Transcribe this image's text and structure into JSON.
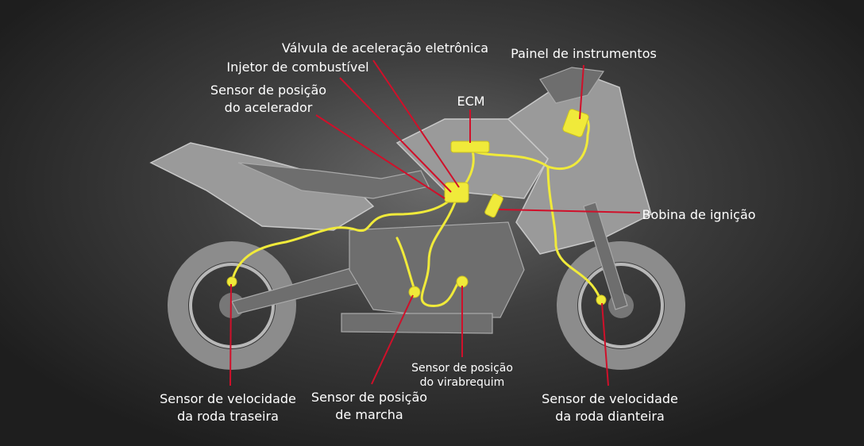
{
  "labels": {
    "throttle_valve": "Válvula de aceleração eletrônica",
    "fuel_injector": "Injetor de combustível",
    "throttle_sensor_1": "Sensor de posição",
    "throttle_sensor_2": "do acelerador",
    "ecm": "ECM",
    "instrument_panel": "Painel de instrumentos",
    "ignition_coil": "Bobina de ignição",
    "rear_speed_1": "Sensor de velocidade",
    "rear_speed_2": "da roda traseira",
    "gear_sensor_1": "Sensor de posição",
    "gear_sensor_2": "de marcha",
    "crank_sensor_1": "Sensor de posição",
    "crank_sensor_2": "do virabrequim",
    "front_speed_1": "Sensor de velocidade",
    "front_speed_2": "da roda dianteira"
  },
  "colors": {
    "leader_line": "#d0102a",
    "wiring": "#f0ea3a",
    "label_text": "#ffffff"
  }
}
